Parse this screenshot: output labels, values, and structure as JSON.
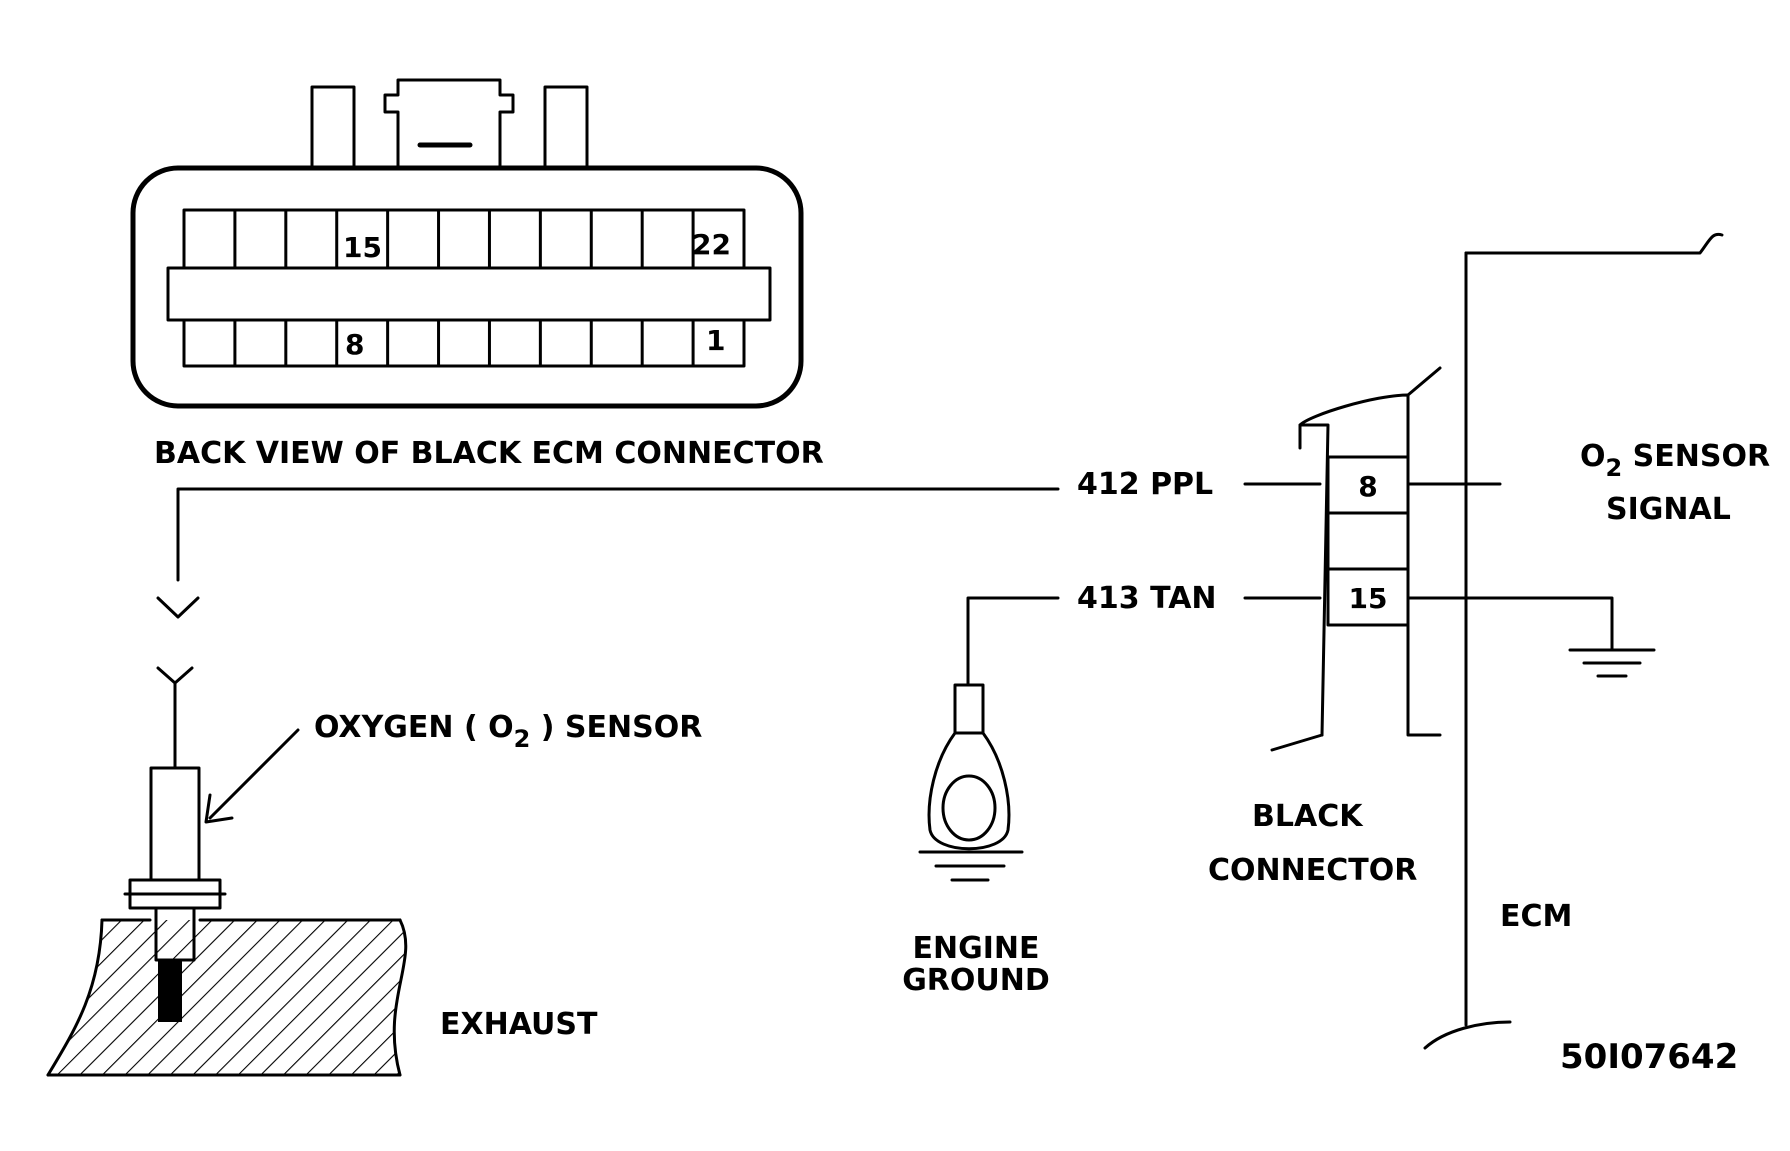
{
  "connector_view": {
    "caption": "BACK VIEW OF BLACK ECM CONNECTOR",
    "top_row_pins": [
      "15",
      "22"
    ],
    "bottom_row_pins": [
      "8",
      "1"
    ]
  },
  "wires": [
    {
      "circuit": "412 PPL",
      "pin": "8"
    },
    {
      "circuit": "413 TAN",
      "pin": "15"
    }
  ],
  "sensor": {
    "label_prefix": "OXYGEN ( O",
    "label_subscript": "2",
    "label_suffix": " ) SENSOR"
  },
  "exhaust_label": "EXHAUST",
  "engine_ground": {
    "line1": "ENGINE",
    "line2": "GROUND"
  },
  "black_connector": {
    "line1": "BLACK",
    "line2": "CONNECTOR"
  },
  "signal": {
    "line1_prefix": "O",
    "line1_subscript": "2",
    "line1_suffix": " SENSOR",
    "line2": "SIGNAL"
  },
  "ecm_label": "ECM",
  "figure_code": "50I07642"
}
